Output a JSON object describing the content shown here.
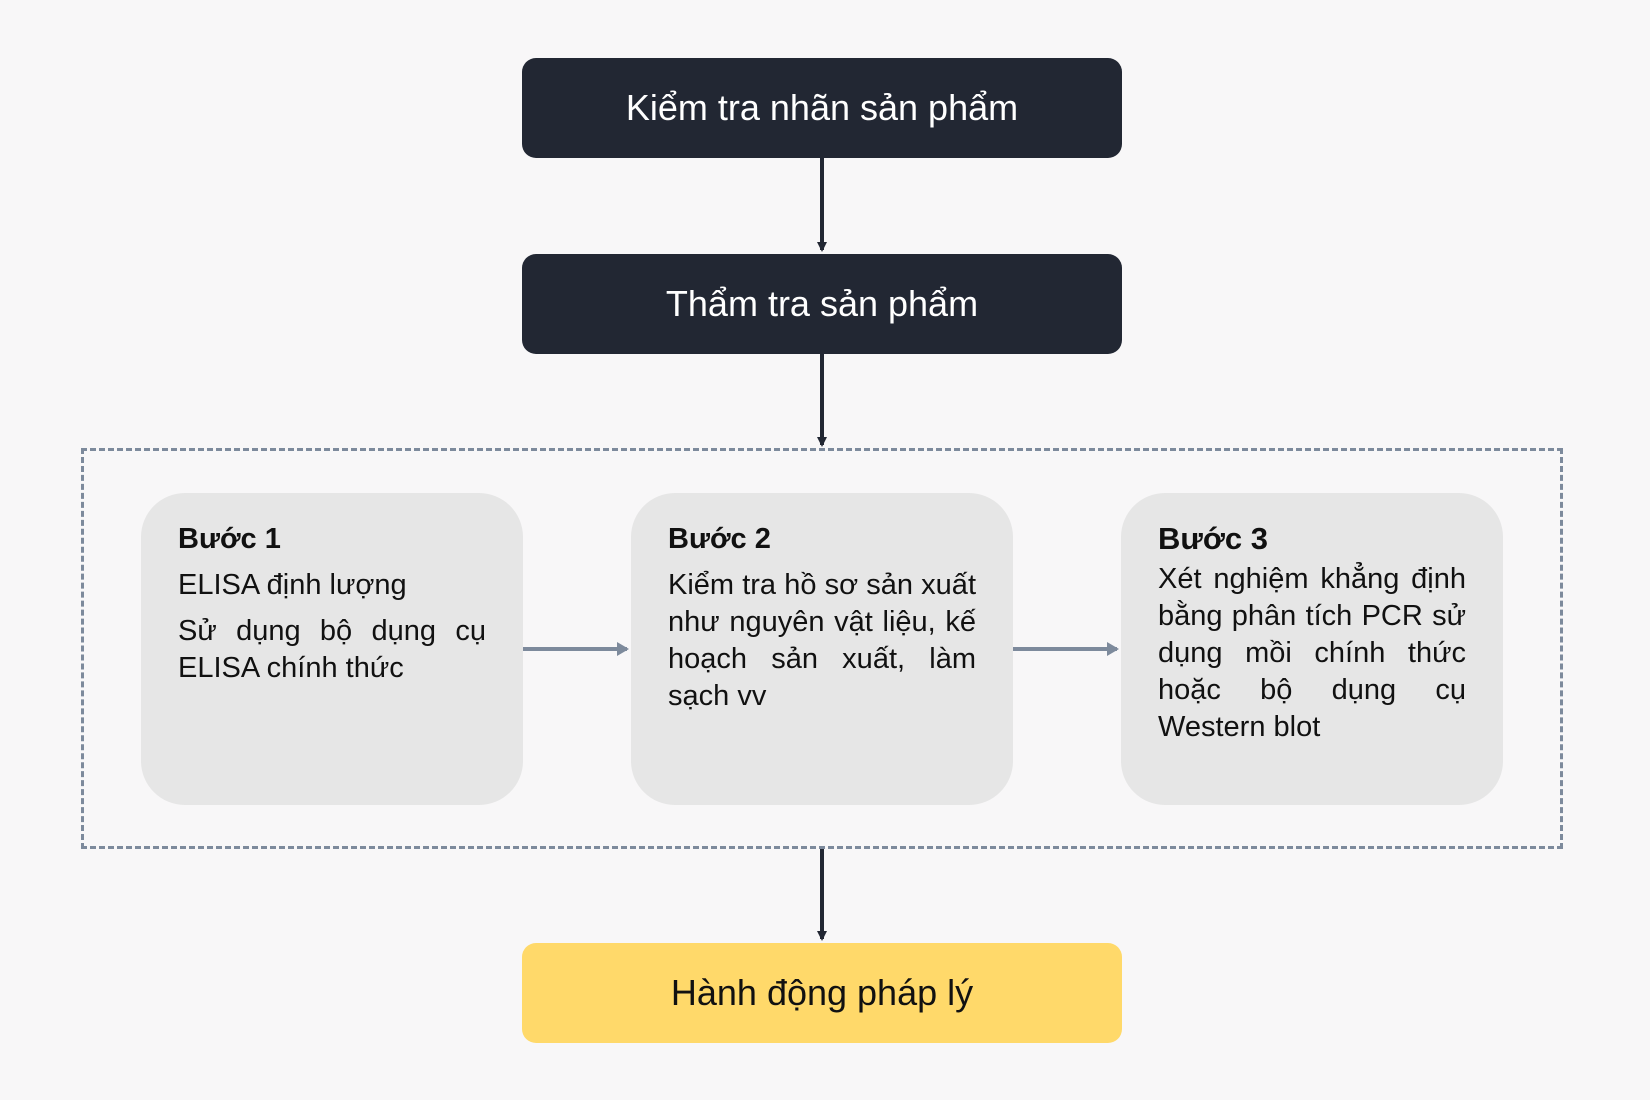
{
  "nodes": {
    "label_check": "Kiểm tra nhãn sản phẩm",
    "verification": "Thẩm tra sản phẩm",
    "legal_action": "Hành động pháp lý"
  },
  "steps": [
    {
      "title": "Bước 1",
      "lines": [
        "ELISA định lượng",
        "Sử dụng bộ dụng cụ ELISA chính thức"
      ]
    },
    {
      "title": "Bước 2",
      "lines": [
        "Kiểm tra hồ sơ sản xuất như nguyên vật liệu, kế hoạch sản xuất, làm sạch vv"
      ]
    },
    {
      "title": "Bước 3",
      "lines": [
        "Xét nghiệm khẳng định bằng phân tích PCR sử dụng mồi chính thức hoặc bộ dụng cụ Western blot"
      ]
    }
  ],
  "colors": {
    "dark_box": "#222733",
    "final_box": "#ffd96a",
    "step_card": "#e6e6e6",
    "dashed_frame": "#7d8a9c",
    "step_arrow": "#7d8a9c",
    "flow_arrow": "#222733"
  }
}
